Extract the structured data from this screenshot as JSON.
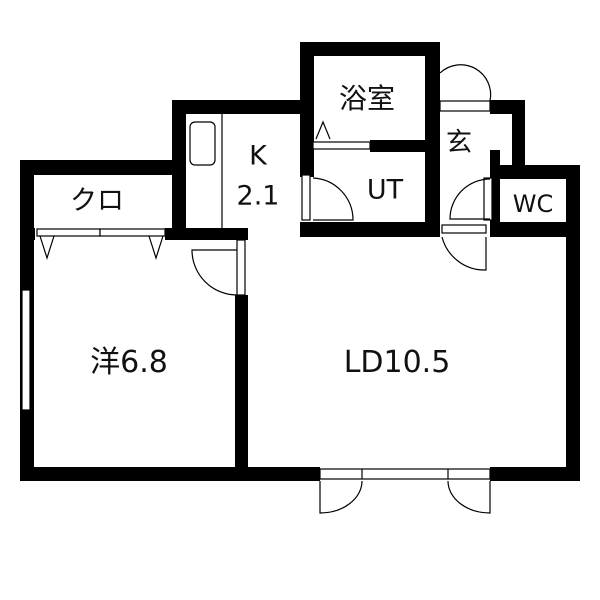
{
  "rooms": {
    "bath": "浴室",
    "kitchen_name": "K",
    "kitchen_size": "2.1",
    "utility": "UT",
    "entrance": "玄",
    "toilet": "WC",
    "closet": "クロ",
    "western_room": "洋6.8",
    "living_dining": "LD10.5"
  },
  "colors": {
    "wall": "#000000",
    "background": "#ffffff"
  }
}
